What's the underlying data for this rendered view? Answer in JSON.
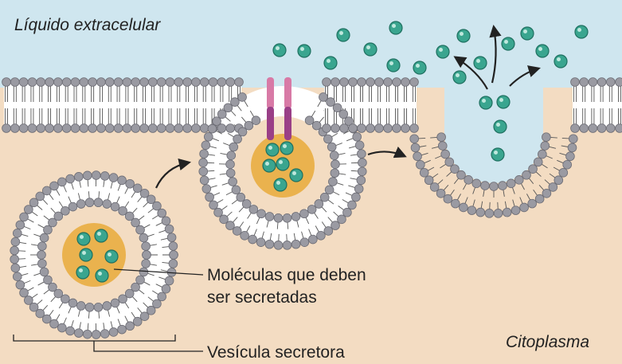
{
  "labels": {
    "extracellular": "Líquido extracelular",
    "molecules_line1": "Moléculas que deben",
    "molecules_line2": "ser secretadas",
    "vesicle": "Vesícula secretora",
    "cytoplasm": "Citoplasma"
  },
  "colors": {
    "extracellular": "#cfe6ef",
    "cytoplasm": "#f3dcc2",
    "lipid_head": "#9a9aa2",
    "lipid_head_edge": "#6d6d75",
    "tail": "#ffffff",
    "lumen": "#eab24e",
    "molecule": "#3aa58f",
    "molecule_edge": "#1e6f5f",
    "protein_top": "#d87aa6",
    "protein_bottom": "#9a3f87",
    "arrow": "#222222"
  }
}
